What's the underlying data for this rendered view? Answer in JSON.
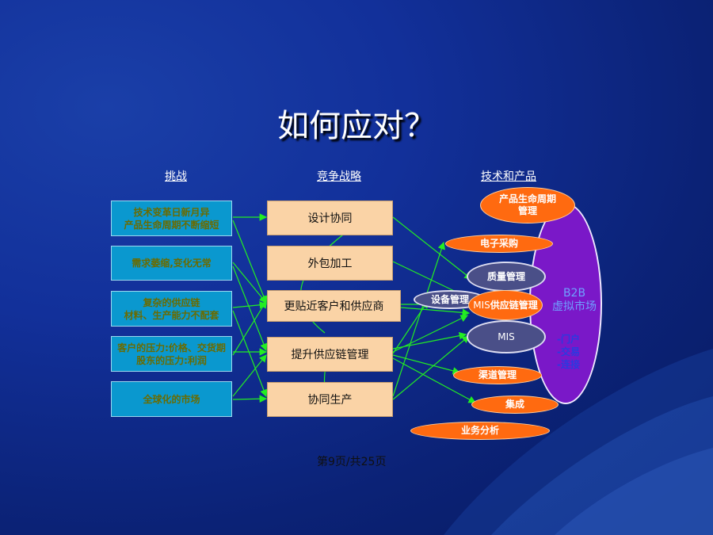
{
  "title": "如何应对？",
  "headers": {
    "challenges": "挑战",
    "strategy": "竞争战略",
    "tech": "技术和产品"
  },
  "challenges": [
    {
      "line1": "技术变革日新月异",
      "line2": "产品生命周期不断缩短"
    },
    {
      "line1": "需求萎缩,变化无常",
      "line2": ""
    },
    {
      "line1": "复杂的供应链",
      "line2": "材料、生产能力不配套"
    },
    {
      "line1": "客户的压力:价格、交货期",
      "line2": "股东的压力:利润"
    },
    {
      "line1": "全球化的市场",
      "line2": ""
    }
  ],
  "strategies": [
    "设计协同",
    "外包加工",
    "更贴近客户和供应商",
    "提升供应链管理",
    "协同生产"
  ],
  "tech": {
    "plm_line1": "产品生命周期",
    "plm_line2": "管理",
    "procurement": "电子采购",
    "quality": "质量管理",
    "equipment": "设备管理",
    "scm_prefix": "MIS",
    "scm": "供应链管理",
    "mis": "MIS",
    "channel": "渠道管理",
    "integration": "集成",
    "analytics": "业务分析"
  },
  "b2b": {
    "line1": "B2B",
    "line2": "虚拟市场",
    "item1": "-门户",
    "item2": "-交易",
    "item3": "-连接"
  },
  "footer": "第9页/共25页"
}
